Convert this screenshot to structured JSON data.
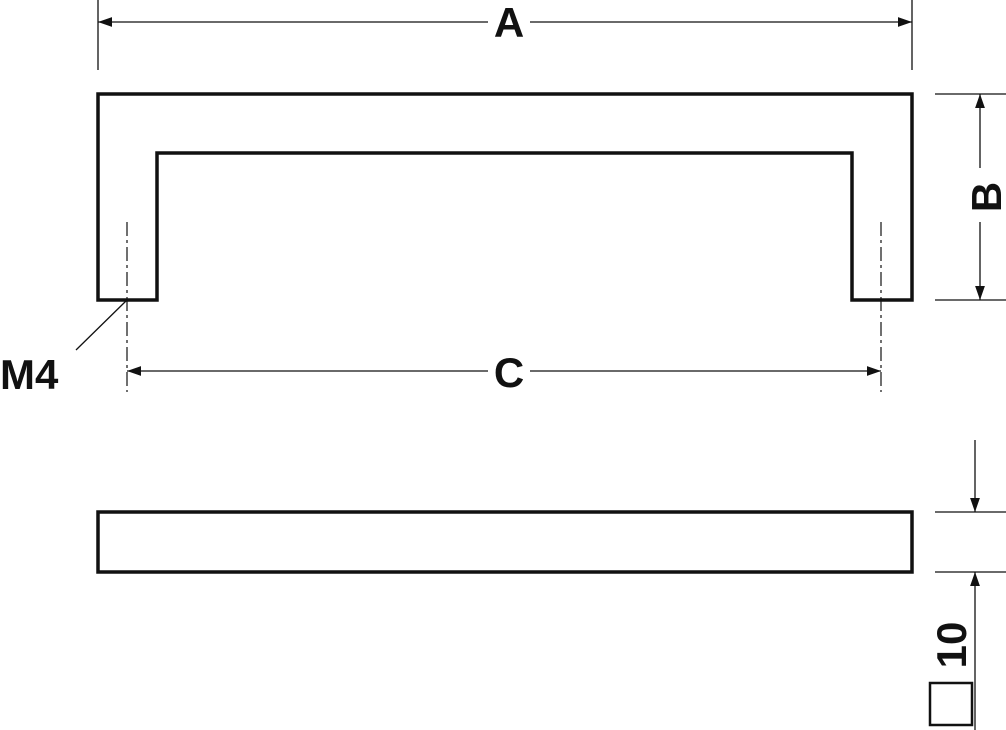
{
  "dimensions": {
    "a_label": "A",
    "b_label": "B",
    "c_label": "C",
    "thread_label": "M4",
    "section_label": "10"
  },
  "colors": {
    "line": "#111111",
    "background": "#ffffff"
  }
}
